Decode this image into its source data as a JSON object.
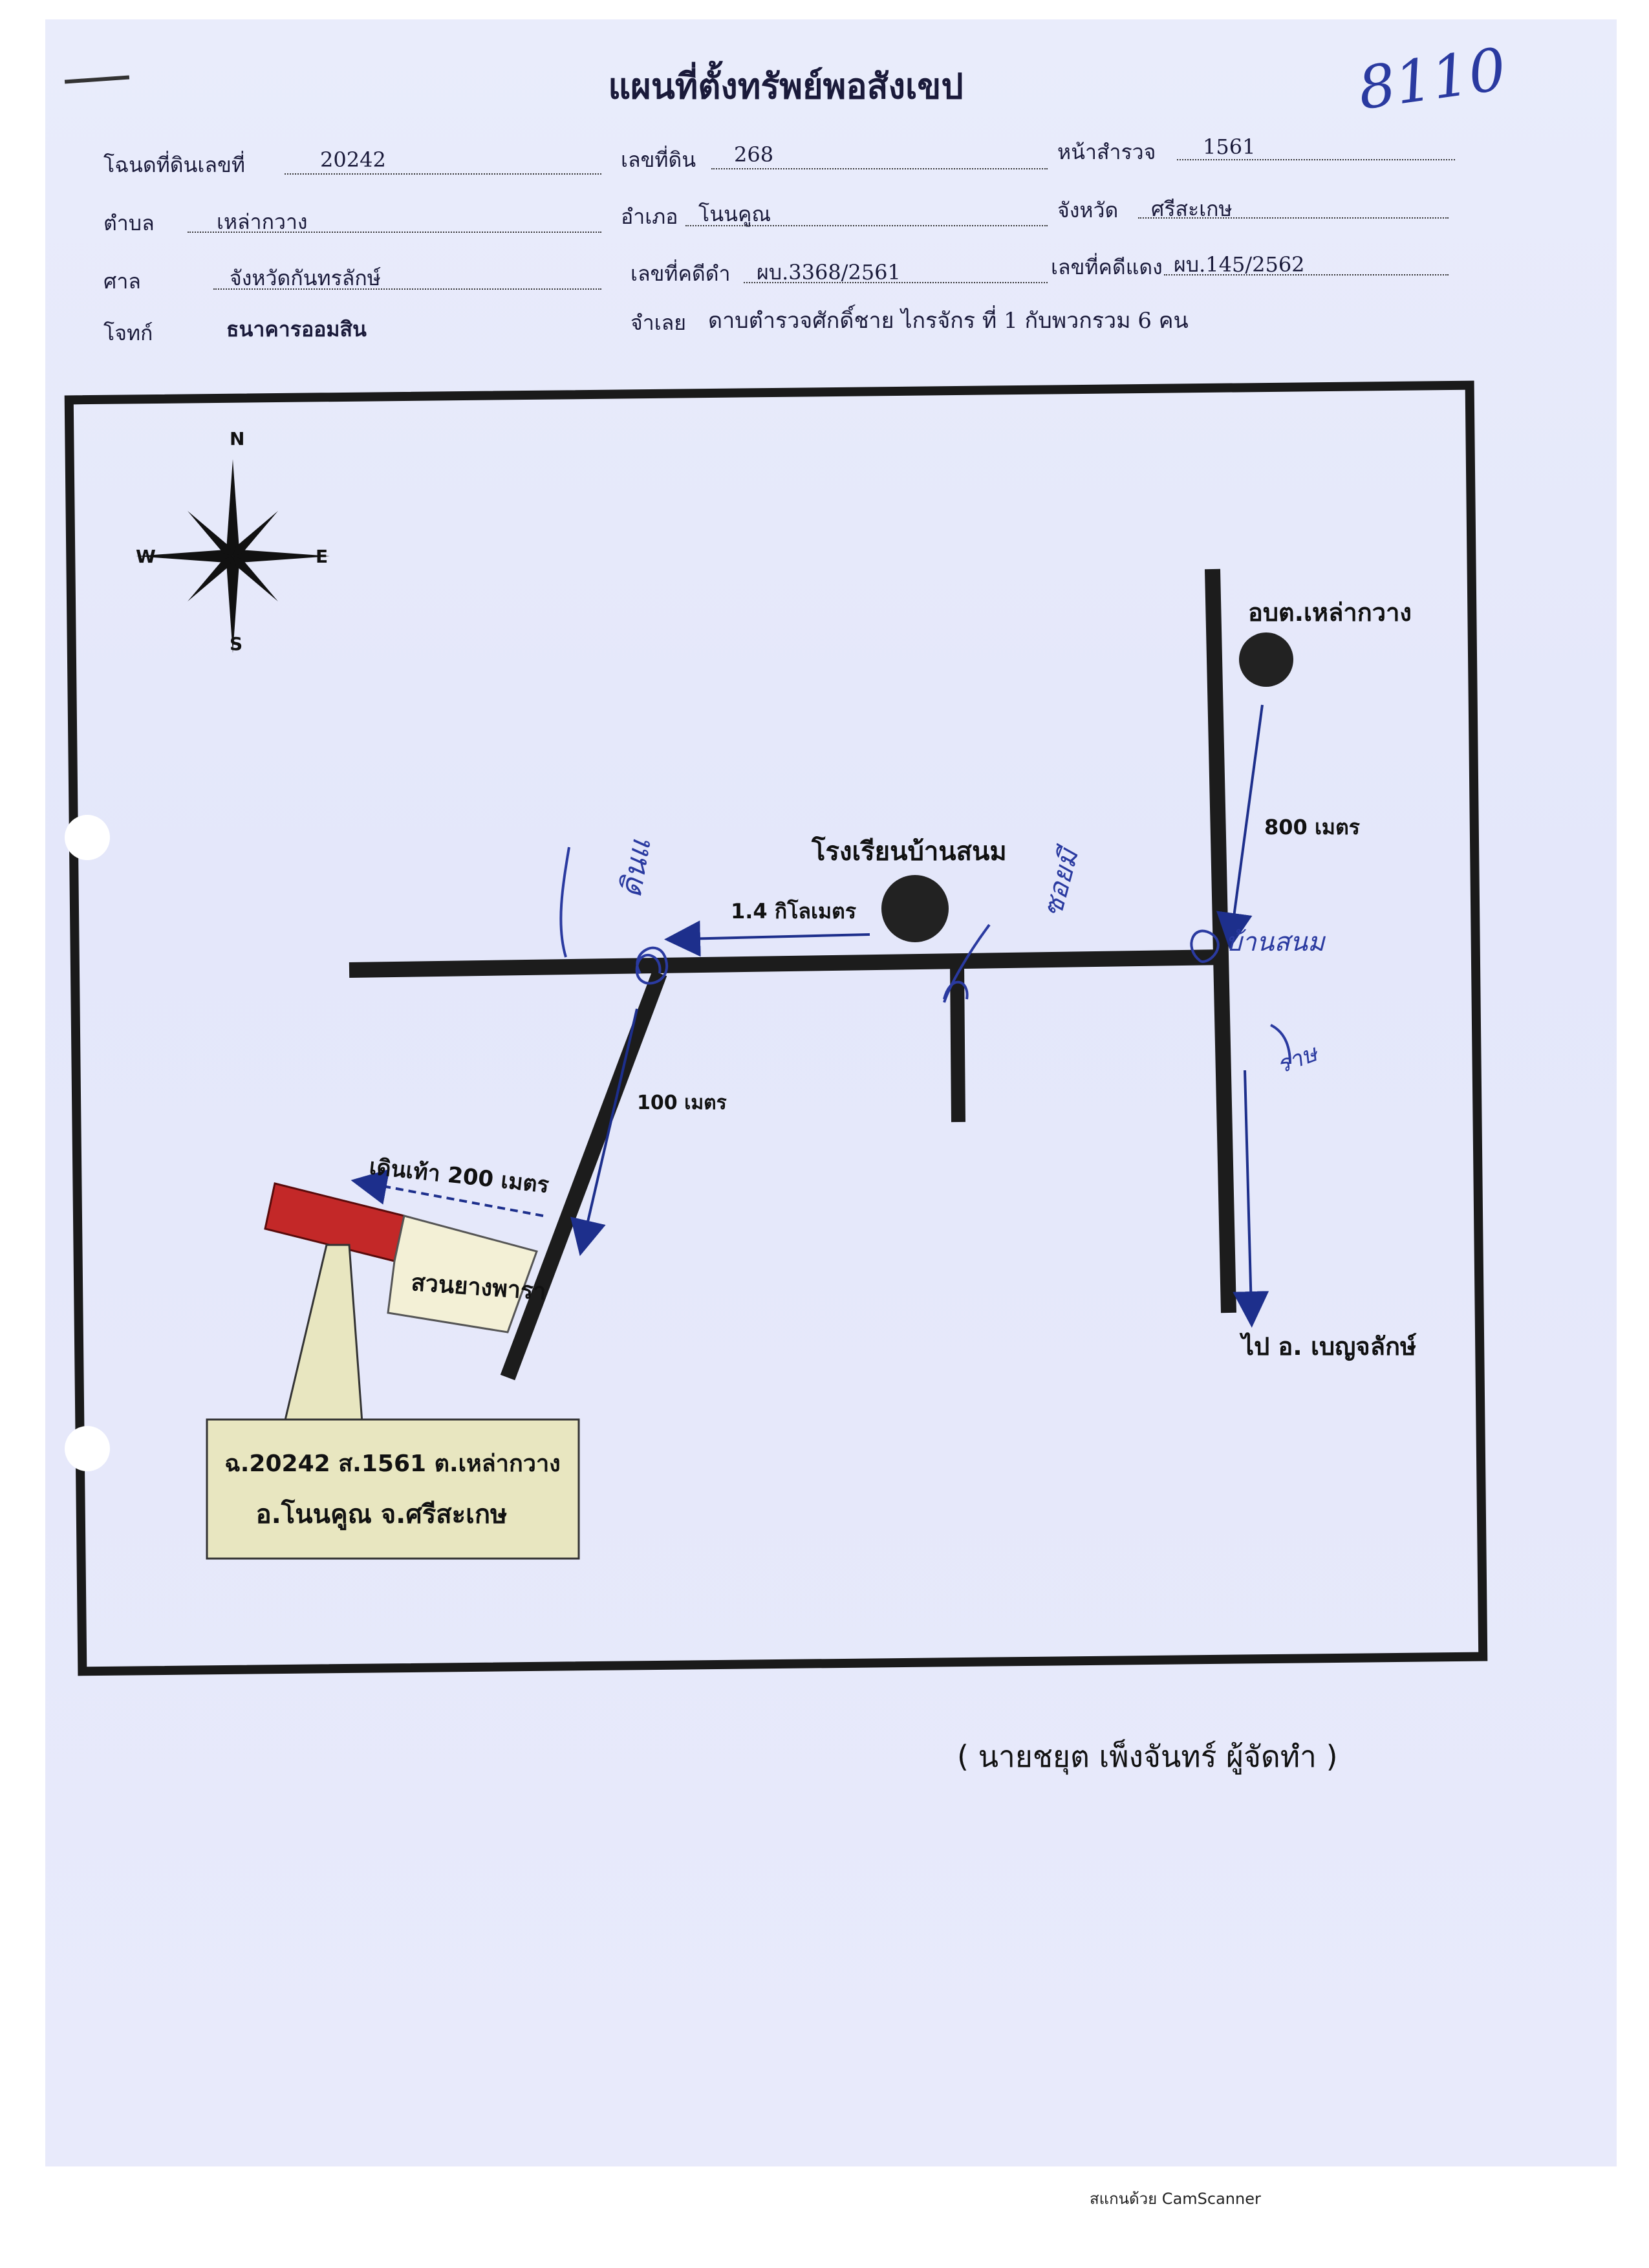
{
  "document": {
    "title": "แผนที่ตั้งทรัพย์พอสังเขป",
    "handwritten_number": "8110"
  },
  "fields": {
    "deed_label": "โฉนดที่ดินเลขที่",
    "deed_value": "20242",
    "land_no_label": "เลขที่ดิน",
    "land_no_value": "268",
    "survey_page_label": "หน้าสำรวจ",
    "survey_page_value": "1561",
    "subdistrict_label": "ตำบล",
    "subdistrict_value": "เหล่ากวาง",
    "district_label": "อำเภอ",
    "district_value": "โนนคูณ",
    "province_label": "จังหวัด",
    "province_value": "ศรีสะเกษ",
    "court_label": "ศาล",
    "court_value": "จังหวัดกันทรลักษ์",
    "black_case_label": "เลขที่คดีดำ",
    "black_case_value": "ผบ.3368/2561",
    "red_case_label": "เลขที่คดีแดง",
    "red_case_value": "ผบ.145/2562",
    "plaintiff_label": "โจทก์",
    "plaintiff_value": "ธนาคารออมสิน",
    "defendant_label": "จำเลย",
    "defendant_value": "ดาบตำรวจศักดิ์ชาย ไกรจักร ที่ 1 กับพวกรวม 6 คน"
  },
  "compass": {
    "n": "N",
    "s": "S",
    "e": "E",
    "w": "W"
  },
  "map": {
    "sao_label": "อบต.เหล่ากวาง",
    "dist_800": "800 เมตร",
    "school_label": "โรงเรียนบ้านสนม",
    "dist_1_4km": "1.4 กิโลเมตร",
    "dist_100": "100 เมตร",
    "walk_label": "เดินเท้า 200 เมตร",
    "rubber_label": "สวนยางพารา",
    "to_benja": "ไป อ. เบญจลักษ์",
    "hw_left": "ดินแ",
    "hw_mid": "ซอยมี",
    "hw_right": "บ้านสนม",
    "hw_right2": "ราษ",
    "box_line1": "ฉ.20242 ส.1561 ต.เหล่ากวาง",
    "box_line2": "อ.โนนคูณ จ.ศรีสะเกษ"
  },
  "caption": "(  นายชยุต เพ็งจันทร์ ผู้จัดทำ  )",
  "footer": "สแกนด้วย CamScanner"
}
